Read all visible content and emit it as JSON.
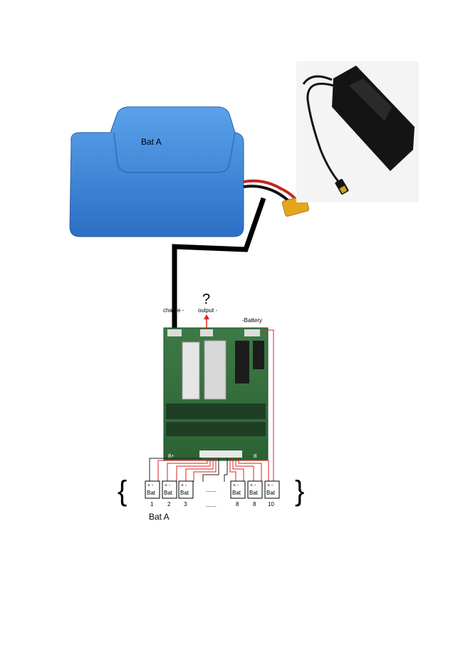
{
  "battery_pack": {
    "label": "Bat A",
    "color": "#3b82d6"
  },
  "bms": {
    "charge_label": "charge -",
    "output_label": "output -",
    "battery_label": "-Battery",
    "question_mark": "?",
    "board_color": "#2f6b3a",
    "bottom_left_marking": "B+",
    "bottom_right_marking": "B"
  },
  "cells": [
    {
      "top": "+ -",
      "label": "Bat",
      "number": "1"
    },
    {
      "top": "+ -",
      "label": "Bat",
      "number": "2"
    },
    {
      "top": "+ -",
      "label": "Bat",
      "number": "3"
    },
    {
      "top": "+ -",
      "label": "Bat",
      "number": "8"
    },
    {
      "top": "+ -",
      "label": "Bat",
      "number": "8"
    },
    {
      "top": "+ -",
      "label": "Bat",
      "number": "10"
    }
  ],
  "ellipsis_top": "......",
  "ellipsis_bottom": "......",
  "brace_left": "{",
  "brace_right": "}",
  "group_label": "Bat A",
  "charger": {
    "color": "#141414"
  }
}
